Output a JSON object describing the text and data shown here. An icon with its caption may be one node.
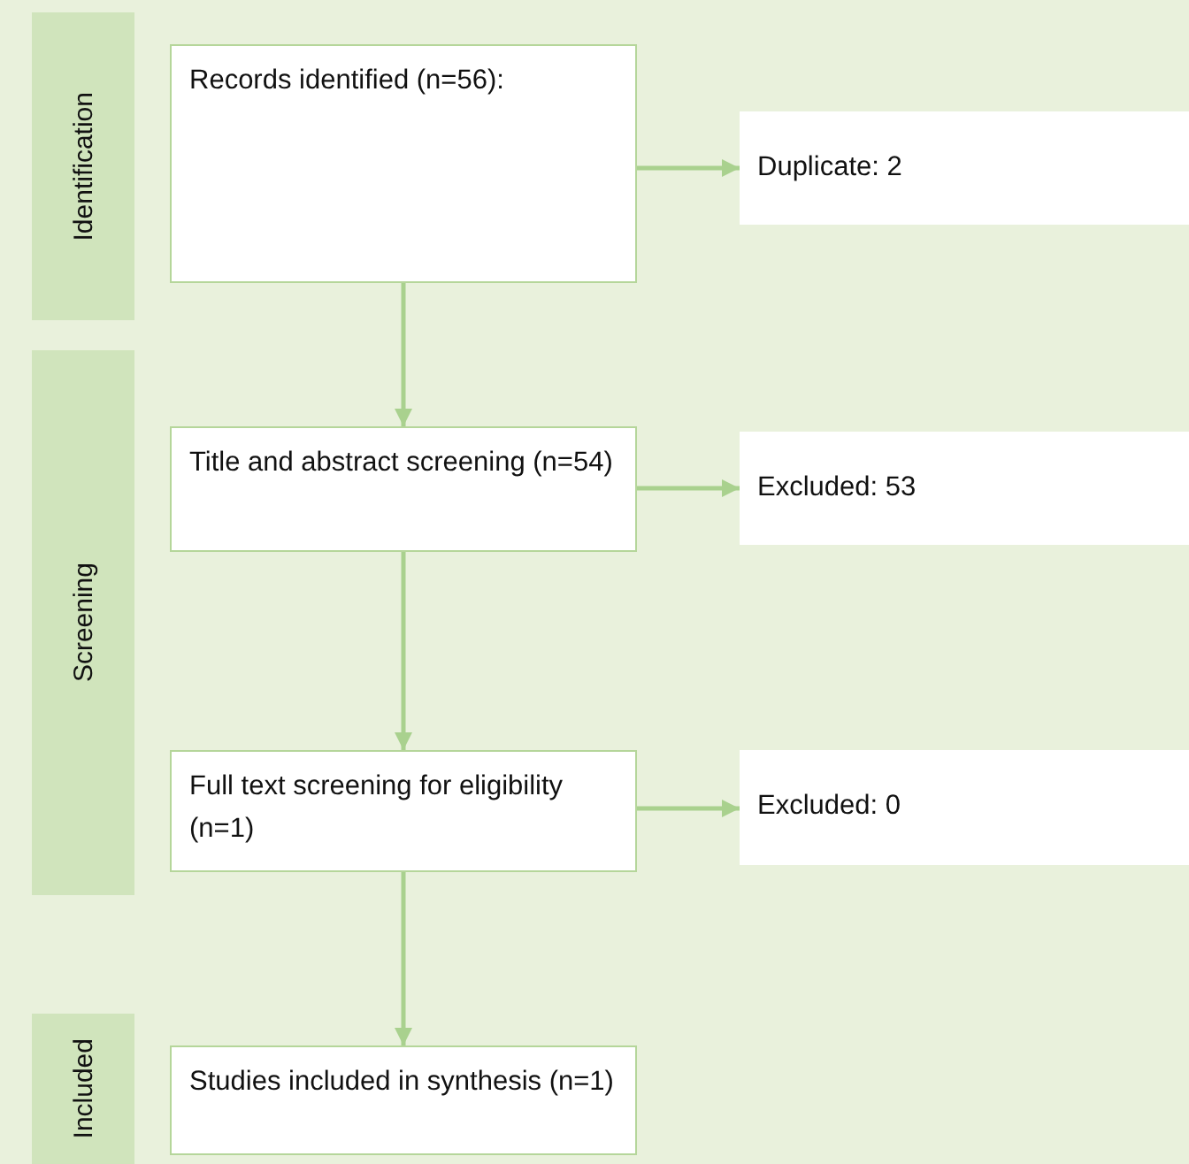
{
  "diagram": {
    "nodes": [
      {
        "text": [
          "Identification"
        ]
      },
      {
        "text": [
          "Records identified (n=56):"
        ]
      },
      {
        "text": [
          "Duplicate: 2"
        ]
      },
      {
        "text": [
          "Screening"
        ]
      },
      {
        "text": [
          "Title and abstract screening (n=54)"
        ]
      },
      {
        "text": [
          "Excluded: 53"
        ]
      },
      {
        "text": [
          "Full text screening for eligibility (n=1)"
        ]
      },
      {
        "text": [
          "Excluded: 0"
        ]
      },
      {
        "text": [
          "Included"
        ]
      },
      {
        "text": [
          "Studies included in synthesis (n=1)"
        ]
      }
    ],
    "edges": [
      {
        "from": 1,
        "to": 2,
        "arrow": "to"
      },
      {
        "from": 1,
        "to": 4,
        "arrow": "to"
      },
      {
        "from": 4,
        "to": 5,
        "arrow": "to"
      },
      {
        "from": 4,
        "to": 6,
        "arrow": "to"
      },
      {
        "from": 6,
        "to": 7,
        "arrow": "to"
      },
      {
        "from": 6,
        "to": 9,
        "arrow": "to"
      }
    ]
  }
}
